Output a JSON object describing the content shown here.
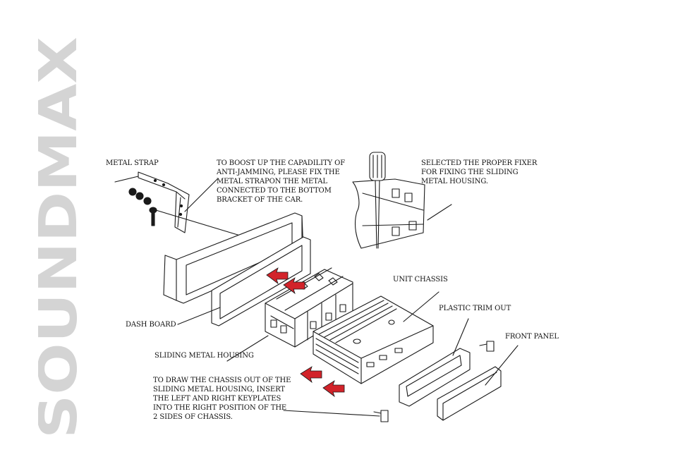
{
  "brand": {
    "text": "SOUNDMAX",
    "color": "#d4d4d4"
  },
  "labels": {
    "metal_strap": "METAL STRAP",
    "boost_note": [
      "TO BOOST UP THE CAPADILITY OF",
      "ANTI-JAMMING, PLEASE FIX THE",
      "METAL STRAPON THE METAL",
      "CONNECTED TO THE BOTTOM",
      "BRACKET OF THE CAR."
    ],
    "fixer_note": [
      "SELECTED THE PROPER FIXER",
      "FOR FIXING THE SLIDING",
      "METAL HOUSING."
    ],
    "unit_chassis": "UNIT CHASSIS",
    "plastic_trim": "PLASTIC TRIM OUT",
    "front_panel": "FRONT PANEL",
    "dash_board": "DASH BOARD",
    "sliding_housing": "SLIDING METAL HOUSING",
    "draw_note": [
      "TO DRAW THE CHASSIS OUT OF THE",
      "SLIDING METAL HOUSING, INSERT",
      "THE LEFT AND RIGHT KEYPLATES",
      "INTO THE RIGHT POSITION OF THE",
      "2 SIDES OF CHASSIS."
    ]
  },
  "colors": {
    "ink": "#1a1a1a",
    "arrow": "#d2232a"
  }
}
